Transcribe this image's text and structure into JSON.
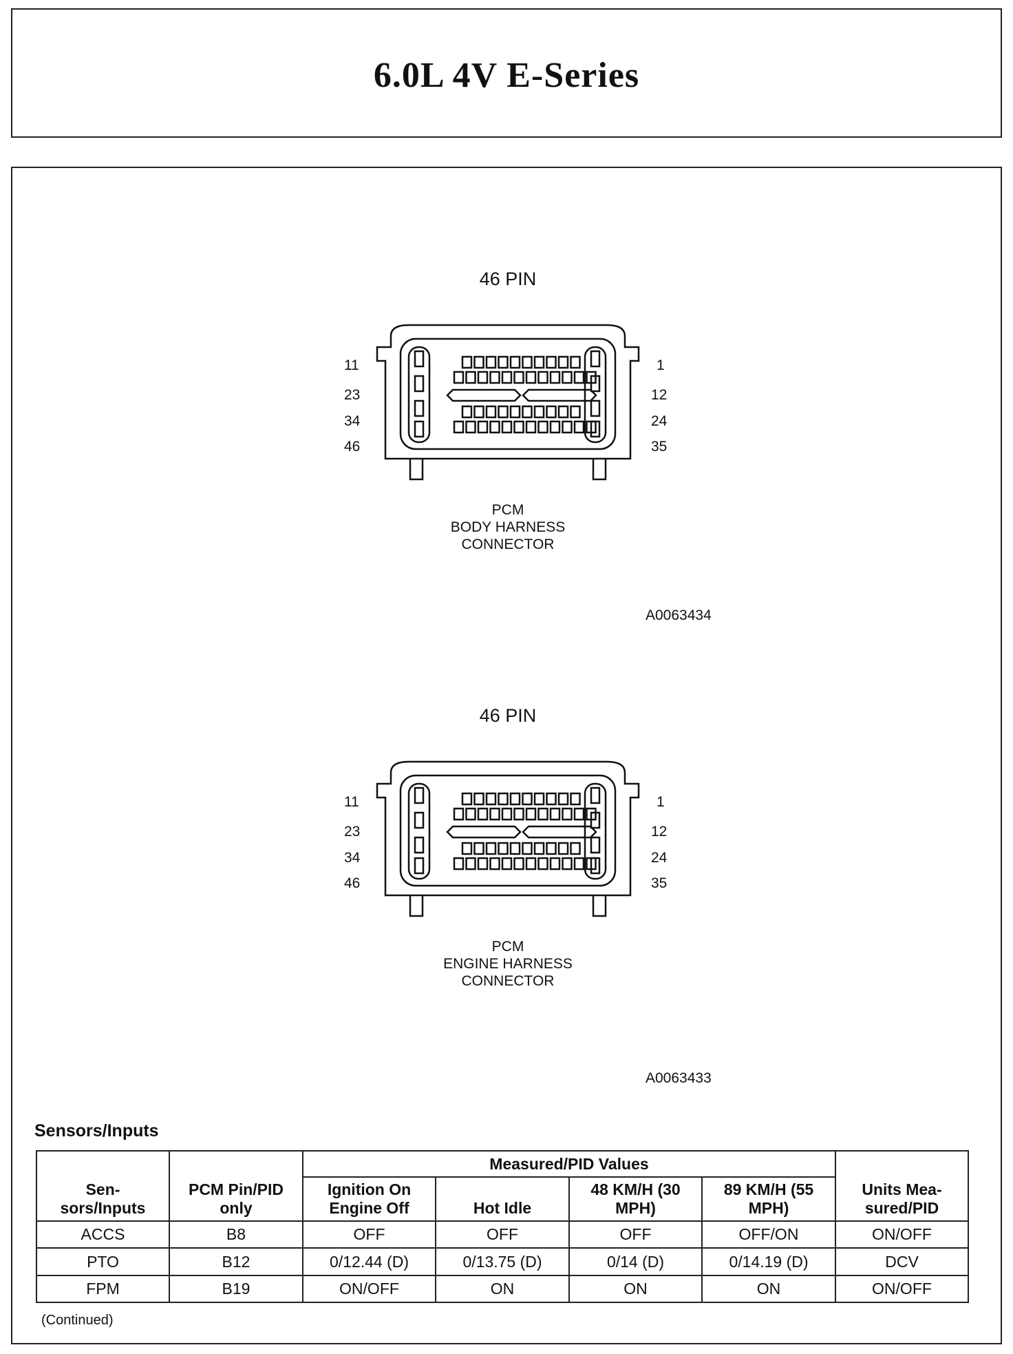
{
  "header": {
    "title": "6.0L 4V E-Series"
  },
  "diagrams": [
    {
      "pin_title": "46 PIN",
      "pin_labels_left": [
        "11",
        "23",
        "34",
        "46"
      ],
      "pin_labels_right": [
        "1",
        "12",
        "24",
        "35"
      ],
      "caption": [
        "PCM",
        "BODY HARNESS",
        "CONNECTOR"
      ],
      "figure_id": "A0063434"
    },
    {
      "pin_title": "46 PIN",
      "pin_labels_left": [
        "11",
        "23",
        "34",
        "46"
      ],
      "pin_labels_right": [
        "1",
        "12",
        "24",
        "35"
      ],
      "caption": [
        "PCM",
        "ENGINE HARNESS",
        "CONNECTOR"
      ],
      "figure_id": "A0063433"
    }
  ],
  "section": {
    "title": "Sensors/Inputs"
  },
  "table": {
    "group_header": "Measured/PID Values",
    "headers": {
      "sensors": [
        "Sen-",
        "sors/Inputs"
      ],
      "pcm_pin": [
        "PCM Pin/PID",
        "only"
      ],
      "ign_on": [
        "Ignition On",
        "Engine Off"
      ],
      "hot_idle": [
        "Hot Idle"
      ],
      "kmh48": [
        "48 KM/H (30",
        "MPH)"
      ],
      "kmh89": [
        "89 KM/H (55",
        "MPH)"
      ],
      "units": [
        "Units Mea-",
        "sured/PID"
      ]
    },
    "rows": [
      [
        "ACCS",
        "B8",
        "OFF",
        "OFF",
        "OFF",
        "OFF/ON",
        "ON/OFF"
      ],
      [
        "PTO",
        "B12",
        "0/12.44 (D)",
        "0/13.75 (D)",
        "0/14 (D)",
        "0/14.19 (D)",
        "DCV"
      ],
      [
        "FPM",
        "B19",
        "ON/OFF",
        "ON",
        "ON",
        "ON",
        "ON/OFF"
      ]
    ]
  },
  "footer": {
    "continued": "(Continued)"
  }
}
